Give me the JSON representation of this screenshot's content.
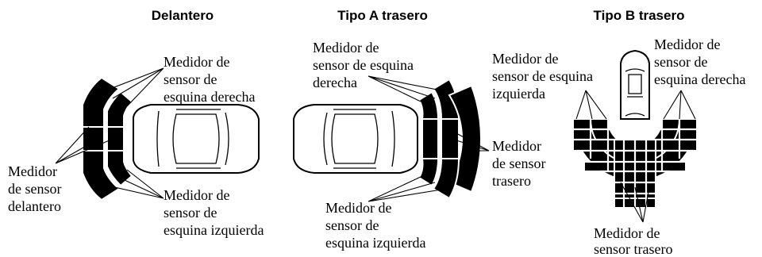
{
  "sections": {
    "front": {
      "title": "Delantero",
      "corner_label": [
        "Medidor de",
        "sensor de",
        "esquina derecha"
      ],
      "front_label": [
        "Medidor",
        "de sensor",
        "delantero"
      ],
      "left_label": [
        "Medidor de",
        "sensor de",
        "esquina izquierda"
      ]
    },
    "rear_a": {
      "title": "Tipo A trasero",
      "right_label": [
        "Medidor de",
        "sensor de esquina",
        "derecha"
      ],
      "rear_label": [
        "Medidor",
        "de sensor",
        "trasero"
      ],
      "left_label": [
        "Medidor de",
        "sensor de",
        "esquina izquierda"
      ]
    },
    "rear_b": {
      "title": "Tipo B trasero",
      "left_label": [
        "Medidor de",
        "sensor de esquina",
        "izquierda"
      ],
      "right_label": [
        "Medidor de",
        "sensor de",
        "esquina derecha"
      ],
      "rear_label": [
        "Medidor de",
        "sensor trasero"
      ]
    }
  }
}
